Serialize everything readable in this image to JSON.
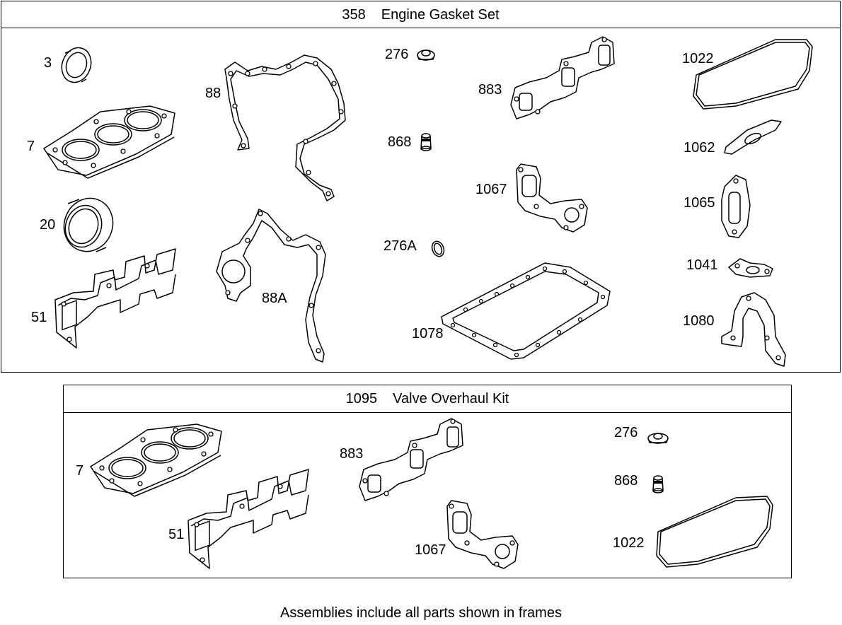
{
  "frames": [
    {
      "number": "358",
      "name": "Engine Gasket Set"
    },
    {
      "number": "1095",
      "name": "Valve Overhaul Kit"
    }
  ],
  "callouts_set": [
    "3",
    "7",
    "20",
    "51",
    "88",
    "88A",
    "276",
    "868",
    "276A",
    "883",
    "1067",
    "1078",
    "1022",
    "1062",
    "1065",
    "1041",
    "1080"
  ],
  "callouts_kit": [
    "7",
    "51",
    "883",
    "1067",
    "276",
    "868",
    "1022"
  ],
  "footer": "Assemblies include all parts shown in frames"
}
